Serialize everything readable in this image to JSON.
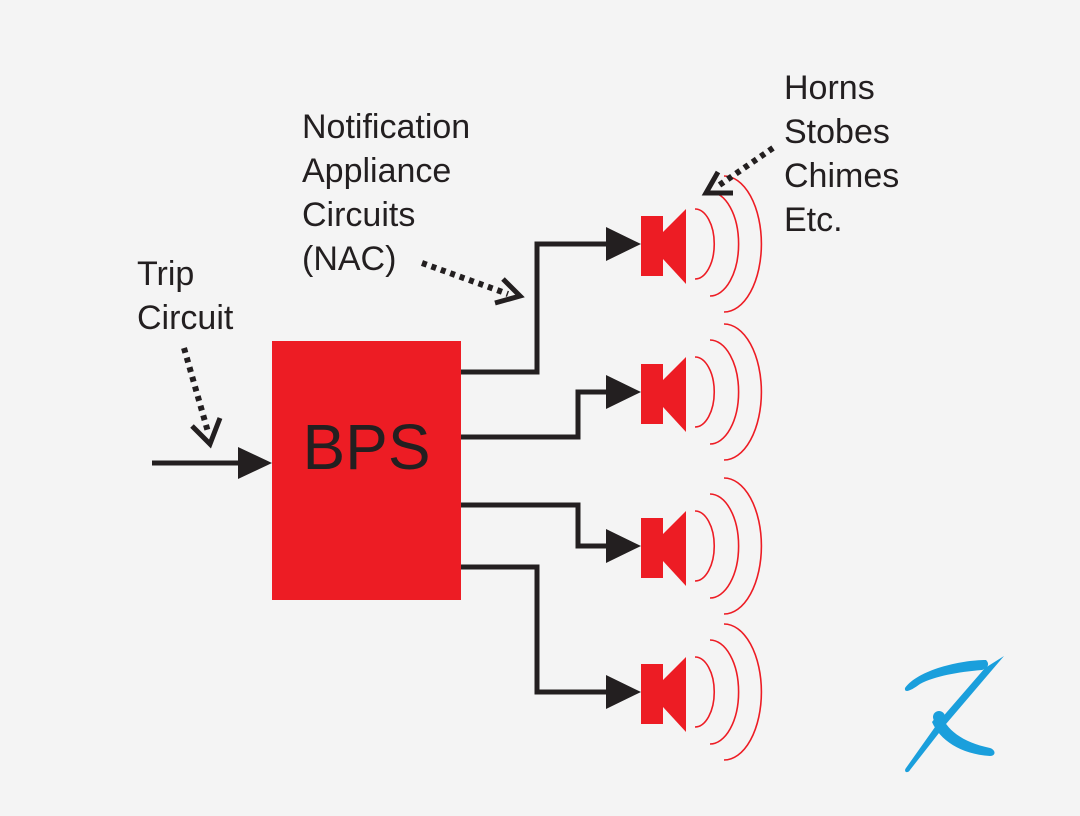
{
  "title": "BPS notification appliance circuit diagram",
  "colors": {
    "background": "#f4f4f4",
    "bps_box": "#ed1c24",
    "lines": "#231f20",
    "speaker": "#ed1c24",
    "logo": "#1a9fdc"
  },
  "bps": {
    "label": "BPS"
  },
  "labels": {
    "trip_circuit": "Trip\nCircuit",
    "nac": "Notification\nAppliance\nCircuits\n(NAC)",
    "appliances": "Horns\nStobes\nChimes\nEtc."
  },
  "nac_outputs": [
    {
      "id": "nac-1",
      "appliance": "speaker"
    },
    {
      "id": "nac-2",
      "appliance": "speaker"
    },
    {
      "id": "nac-3",
      "appliance": "speaker"
    },
    {
      "id": "nac-4",
      "appliance": "speaker"
    }
  ],
  "logo": {
    "icon": "k-logo-icon"
  }
}
